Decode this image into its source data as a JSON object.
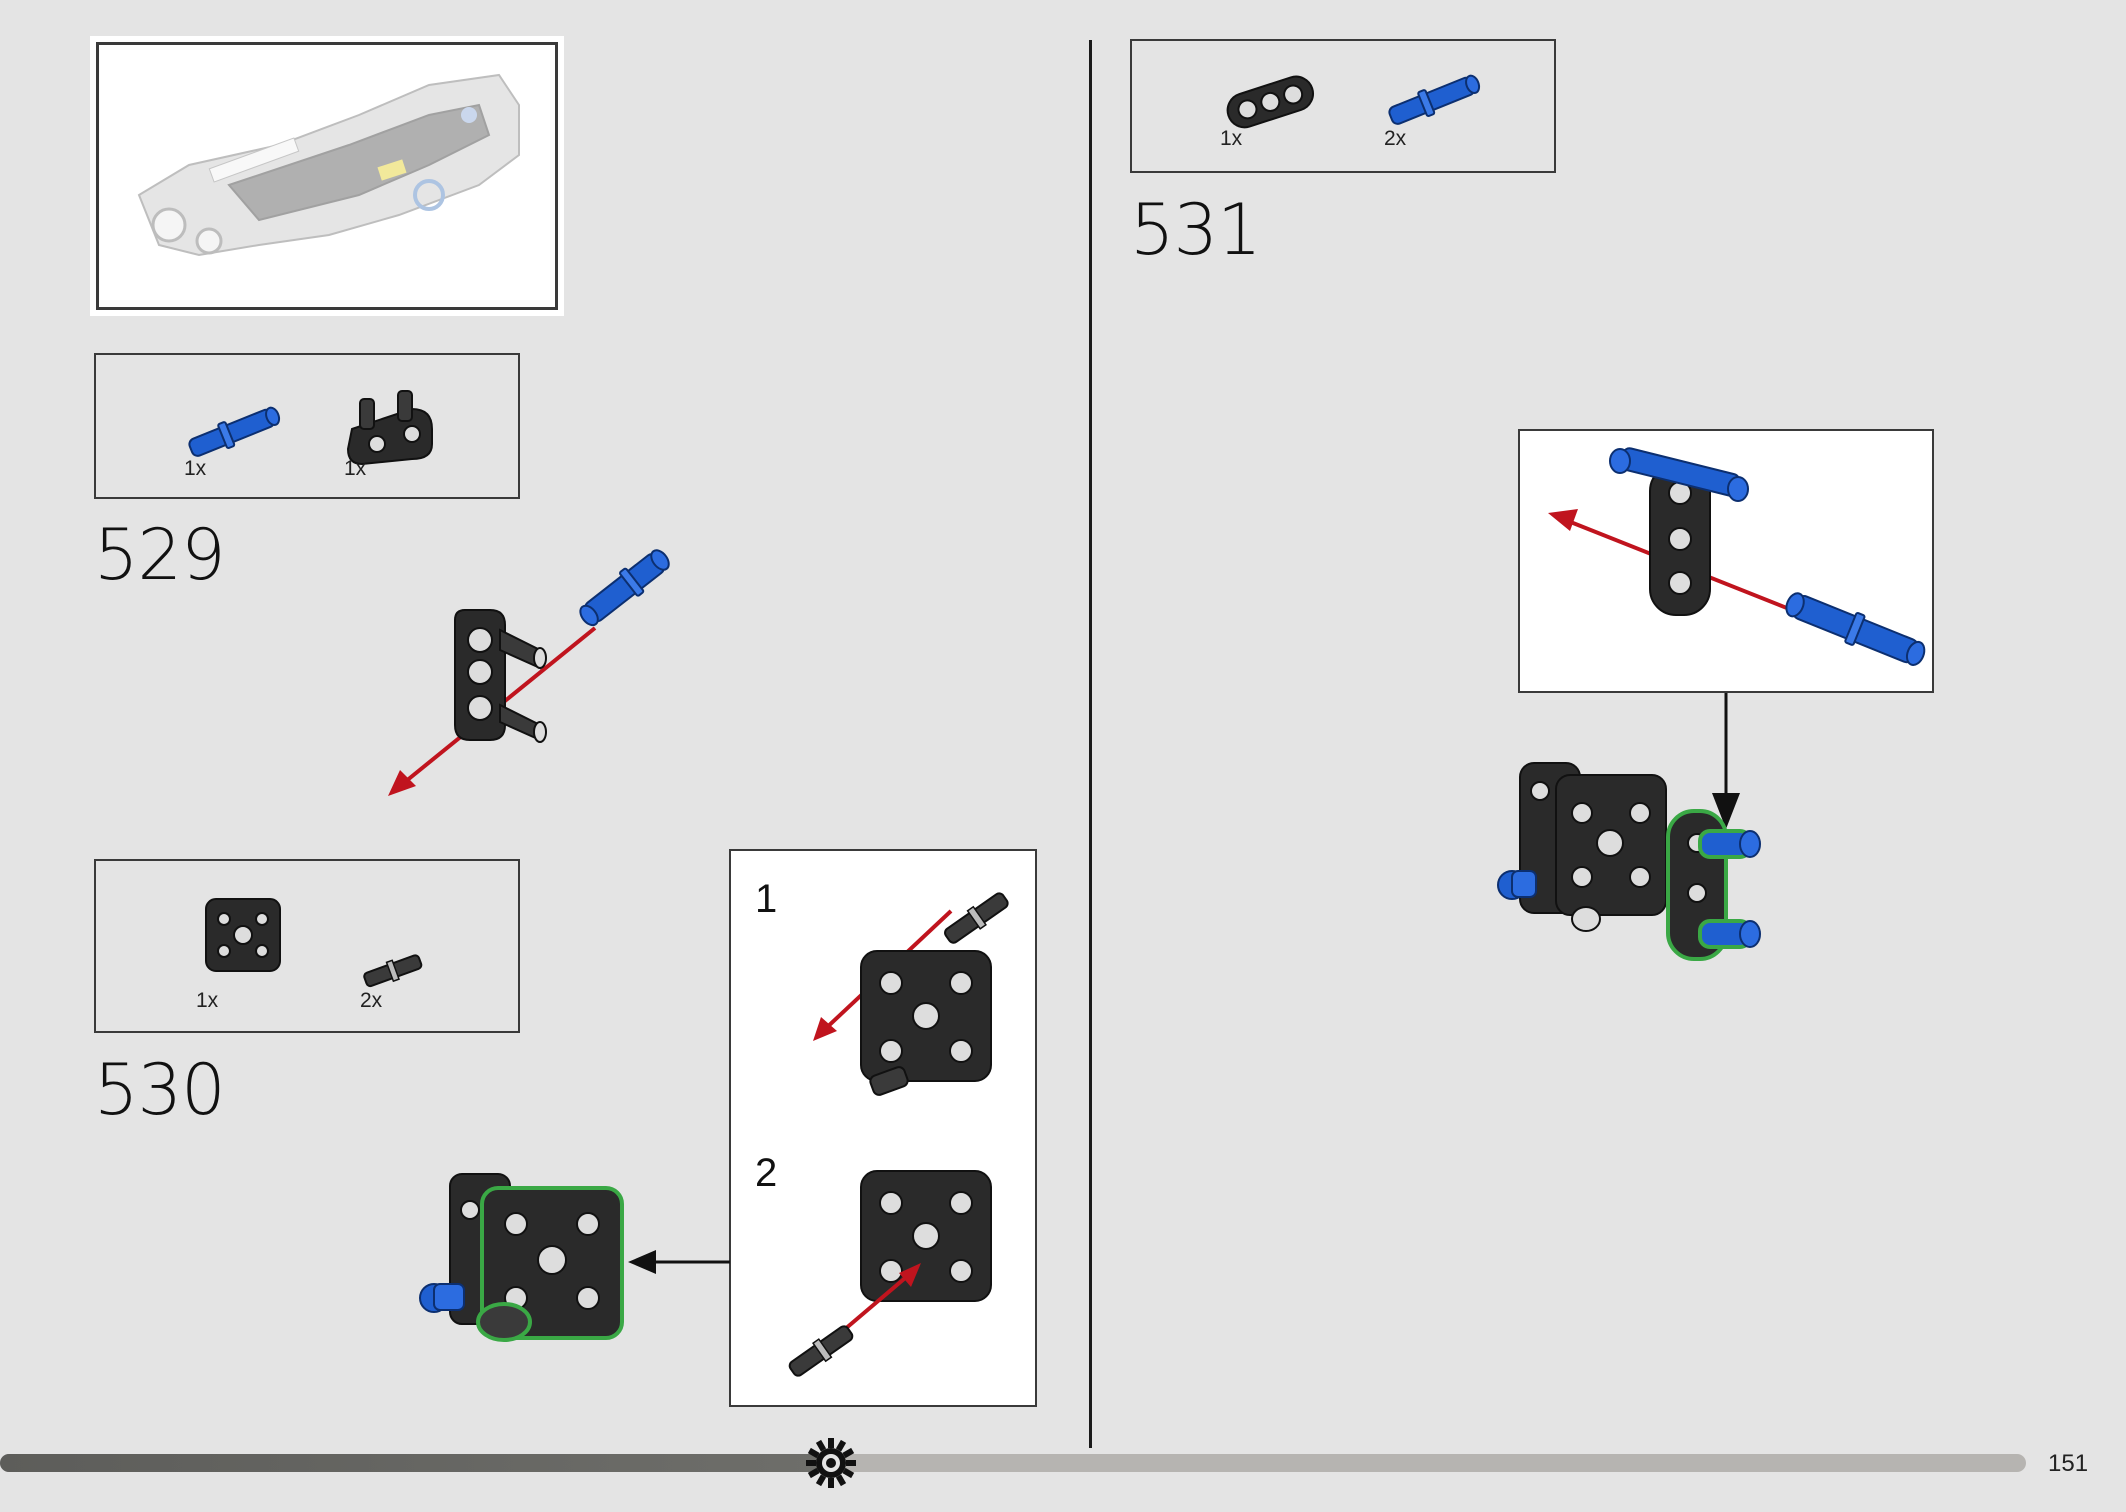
{
  "steps": [
    {
      "number": "529",
      "parts": [
        {
          "name": "blue-axle-pin",
          "qty": "1x"
        },
        {
          "name": "black-double-pin-connector",
          "qty": "1x"
        }
      ]
    },
    {
      "number": "530",
      "parts": [
        {
          "name": "black-beam-frame",
          "qty": "1x"
        },
        {
          "name": "grey-axle-pin",
          "qty": "2x"
        }
      ],
      "substeps": [
        "1",
        "2"
      ]
    },
    {
      "number": "531",
      "parts": [
        {
          "name": "black-beam-3",
          "qty": "1x"
        },
        {
          "name": "blue-axle-pin",
          "qty": "2x"
        }
      ]
    }
  ],
  "page": {
    "number": "151",
    "progress": 0.41
  },
  "colors": {
    "background": "#e4e4e4",
    "arrow_red": "#c0141e",
    "brick_black": "#2a2a2a",
    "pin_blue": "#1f5fd0",
    "highlight_green": "#3aa845"
  },
  "icons": {
    "progress_marker": "gear-icon"
  }
}
